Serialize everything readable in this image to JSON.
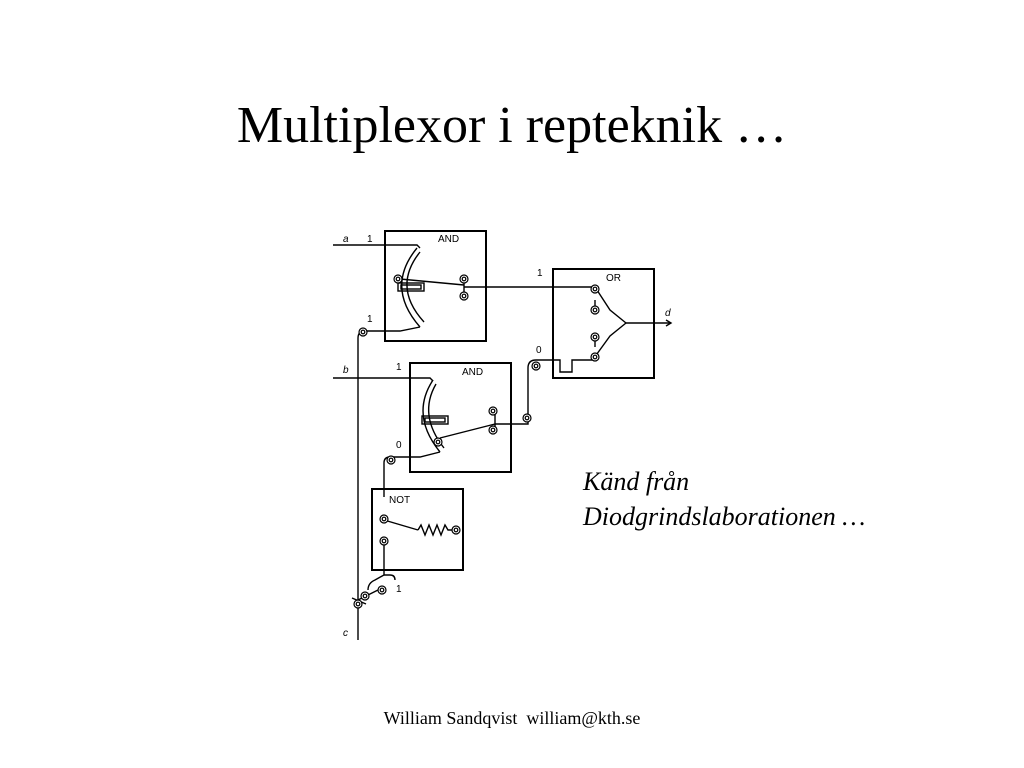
{
  "slide": {
    "title": "Multiplexor i repteknik …",
    "note_line1": "Känd från",
    "note_line2": "Diodgrindslaborationen …",
    "footer_name": "William Sandqvist",
    "footer_email": "william@kth.se"
  },
  "diagram": {
    "gate_and1": "AND",
    "gate_and2": "AND",
    "gate_or": "OR",
    "gate_not": "NOT",
    "input_a": "a",
    "input_b": "b",
    "input_c": "c",
    "output_d": "d",
    "lbl_and1_top": "1",
    "lbl_and1_bottom": "1",
    "lbl_and2_top": "1",
    "lbl_and2_bottom": "0",
    "lbl_or_top": "1",
    "lbl_or_bottom": "0",
    "lbl_not": "1"
  }
}
